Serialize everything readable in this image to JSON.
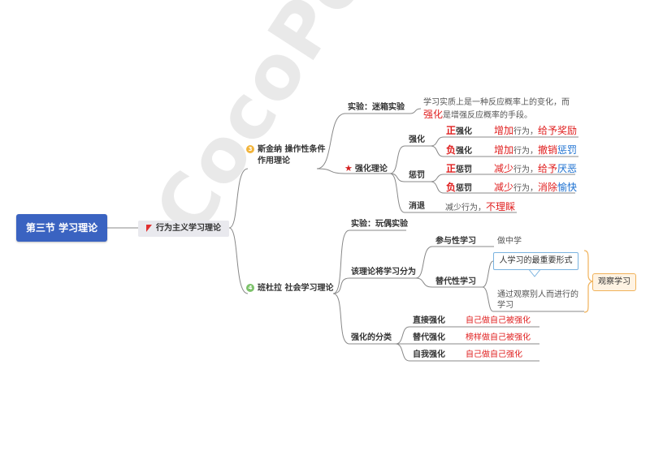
{
  "root": "第三节 学习理论",
  "main": "行为主义学习理论",
  "skinner": {
    "num": "3",
    "title_line1": "斯金纳 操作性条件",
    "title_line2": "作用理论",
    "experiment": "实验：迷箱实验",
    "experiment_note_line1": "学习实质上是一种反应概率上的变化，而",
    "experiment_note_part_a": "强化",
    "experiment_note_part_b": "是增强反应概率的手段。",
    "reinforce_theory": "强化理论",
    "reinforce": "强化",
    "positive_reinforce": {
      "prefix": "正",
      "label": "强化",
      "d1": "增加",
      "d2": "行为，",
      "d3": "给予",
      "d4": "奖励"
    },
    "negative_reinforce": {
      "prefix": "负",
      "label": "强化",
      "d1": "增加",
      "d2": "行为，",
      "d3": "撤销",
      "d4": "惩罚"
    },
    "punishment": "惩罚",
    "positive_punish": {
      "prefix": "正",
      "label": "惩罚",
      "d1": "减少",
      "d2": "行为，",
      "d3": "给予",
      "d4": "厌恶"
    },
    "negative_punish": {
      "prefix": "负",
      "label": "惩罚",
      "d1": "减少",
      "d2": "行为，",
      "d3": "消除",
      "d4": "愉快"
    },
    "extinction": "消退",
    "extinction_note_a": "减少行为，",
    "extinction_note_b": "不理睬"
  },
  "bandura": {
    "num": "4",
    "title": "班杜拉 社会学习理论",
    "experiment": "实验：玩偶实验",
    "divides": "该理论将学习分为",
    "participatory": "参与性学习",
    "participatory_note": "做中学",
    "vicarious": "替代性学习",
    "callout": "人学习的最重要形式",
    "vicarious_note_line1": "通过观察别人而进行的",
    "vicarious_note_line2": "学习",
    "tag": "观察学习",
    "classification": "强化的分类",
    "direct": "直接强化",
    "direct_note": "自己做自己被强化",
    "vicarious_r": "替代强化",
    "vicarious_r_note": "榜样做自己被强化",
    "self_r": "自我强化",
    "self_r_note": "自己做自己强化"
  },
  "watermark": "CocoPolari",
  "colors": {
    "root_bg": "#3a63c1",
    "red": "#e02020",
    "blue": "#1a6fd0",
    "skinner_num": "#f2b43a",
    "bandura_num": "#7cc26a"
  }
}
